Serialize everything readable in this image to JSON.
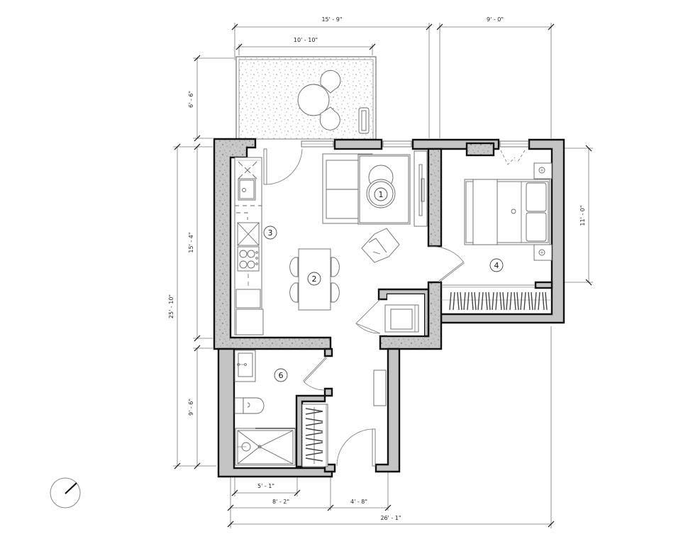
{
  "drawing": {
    "type": "apartment floor plan",
    "north_arrow": "north-arrow-icon"
  },
  "dimensions": {
    "top_overall_left": "15' - 9\"",
    "top_overall_right": "9' - 0\"",
    "balcony_width": "10' - 10\"",
    "balcony_depth": "6' - 6\"",
    "left_upper": "15' - 4\"",
    "left_lower": "9' - 6\"",
    "left_overall": "25' - 10\"",
    "bedroom_depth": "11' - 0\"",
    "bottom_shower": "5' - 1\"",
    "bottom_bath": "8' - 2\"",
    "bottom_entry": "4' - 8\"",
    "bottom_overall": "26' - 1\""
  },
  "room_tags": [
    {
      "id": "living",
      "label": "1"
    },
    {
      "id": "dining",
      "label": "2"
    },
    {
      "id": "kitchen",
      "label": "3"
    },
    {
      "id": "bedroom",
      "label": "4"
    },
    {
      "id": "bathroom",
      "label": "6"
    }
  ],
  "colors": {
    "wall_fill": "#c4c4c4",
    "wall_outline": "#111111",
    "fixture_line": "#666666",
    "dimension_line": "#777777"
  }
}
